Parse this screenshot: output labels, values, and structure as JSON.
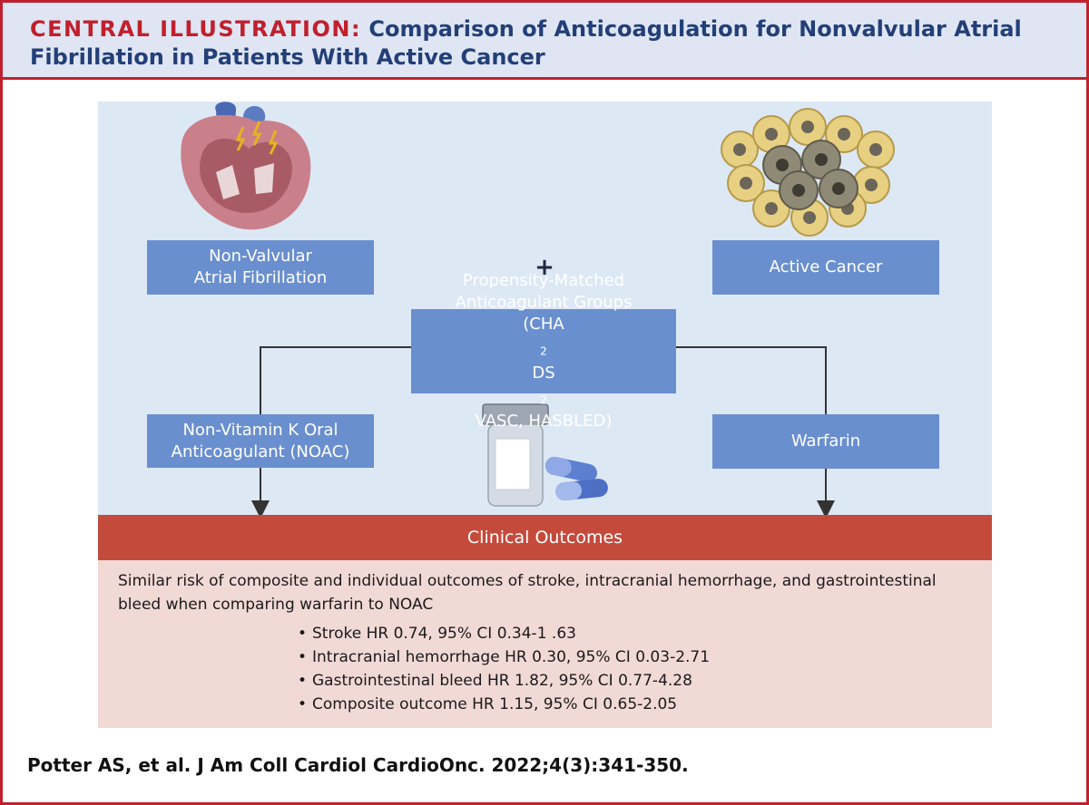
{
  "header": {
    "prefix": "CENTRAL ILLUSTRATION:",
    "title": "Comparison of Anticoagulation for Nonvalvular Atrial Fibrillation in Patients With Active Cancer"
  },
  "diagram": {
    "afib_box": [
      "Non-Valvular",
      "Atrial Fibrillation"
    ],
    "plus": "+",
    "cancer_box": "Active Cancer",
    "matched_box": {
      "line1": "Propensity-Matched",
      "line2": "Anticoagulant Groups",
      "line3_open": "(CHA",
      "sub1": "2",
      "line3_mid": "DS",
      "sub2": "2",
      "line3_close": "VASC, HASBLED)"
    },
    "noac_box": [
      "Non-Vitamin K Oral",
      "Anticoagulant (NOAC)"
    ],
    "warfarin_box": "Warfarin"
  },
  "outcomes": {
    "bar_label": "Clinical Outcomes",
    "summary": "Similar risk of composite and individual outcomes of stroke, intracranial hemorrhage, and gastrointestinal bleed when comparing warfarin to NOAC",
    "bullets": [
      "Stroke HR 0.74, 95% CI 0.34-1 .63",
      "Intracranial hemorrhage HR 0.30, 95% CI 0.03-2.71",
      "Gastrointestinal bleed HR 1.82, 95% CI 0.77-4.28",
      "Composite outcome HR 1.15, 95% CI 0.65-2.05"
    ]
  },
  "citation": "Potter AS, et al. J Am Coll Cardiol CardioOnc. 2022;4(3):341-350.",
  "colors": {
    "accent_red": "#c0202d",
    "title_blue": "#233f78",
    "box_blue": "#6a8fcf",
    "panel_blue": "#dde8f5",
    "outcome_red": "#c44b3c",
    "outcome_pink": "#f1d9d6"
  }
}
